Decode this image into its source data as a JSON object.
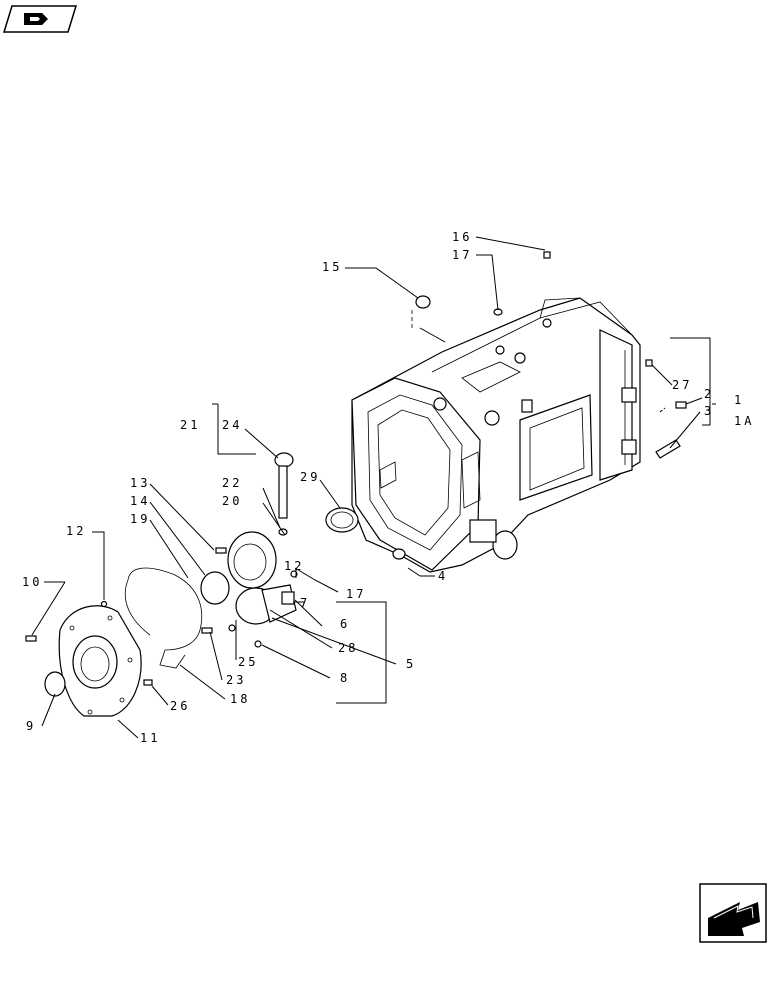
{
  "nav": {
    "top_icon": "book-hand-icon",
    "bottom_icon": "next-arrow-icon"
  },
  "callouts": [
    {
      "id": "c16",
      "text": "16"
    },
    {
      "id": "c17a",
      "text": "17"
    },
    {
      "id": "c15",
      "text": "15"
    },
    {
      "id": "c27",
      "text": "27"
    },
    {
      "id": "c2",
      "text": "2"
    },
    {
      "id": "c1",
      "text": "1"
    },
    {
      "id": "c3",
      "text": "3"
    },
    {
      "id": "c1A",
      "text": "1A"
    },
    {
      "id": "c21",
      "text": "21"
    },
    {
      "id": "c24",
      "text": "24"
    },
    {
      "id": "c29",
      "text": "29"
    },
    {
      "id": "c22",
      "text": "22"
    },
    {
      "id": "c20",
      "text": "20"
    },
    {
      "id": "c13",
      "text": "13"
    },
    {
      "id": "c14",
      "text": "14"
    },
    {
      "id": "c19",
      "text": "19"
    },
    {
      "id": "c12a",
      "text": "12"
    },
    {
      "id": "c12b",
      "text": "12"
    },
    {
      "id": "c7",
      "text": "7"
    },
    {
      "id": "c17b",
      "text": "17"
    },
    {
      "id": "c10",
      "text": "10"
    },
    {
      "id": "c6",
      "text": "6"
    },
    {
      "id": "c28",
      "text": "28"
    },
    {
      "id": "c25",
      "text": "25"
    },
    {
      "id": "c5",
      "text": "5"
    },
    {
      "id": "c23",
      "text": "23"
    },
    {
      "id": "c8",
      "text": "8"
    },
    {
      "id": "c18",
      "text": "18"
    },
    {
      "id": "c26",
      "text": "26"
    },
    {
      "id": "c9",
      "text": "9"
    },
    {
      "id": "c11",
      "text": "11"
    },
    {
      "id": "c4",
      "text": "4"
    }
  ]
}
